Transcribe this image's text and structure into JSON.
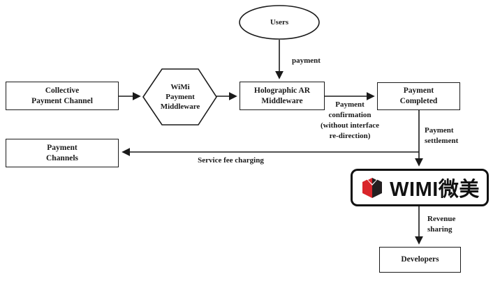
{
  "nodes": {
    "users": {
      "label": "Users"
    },
    "collective_payment_channel": {
      "label": "Collective\nPayment Channel"
    },
    "wimi_payment_middleware": {
      "label": "WiMi\nPayment\nMiddleware"
    },
    "holographic_ar_middleware": {
      "label": "Holographic AR\nMiddleware"
    },
    "payment_completed": {
      "label": "Payment\nCompleted"
    },
    "payment_channels": {
      "label": "Payment\nChannels"
    },
    "developers": {
      "label": "Developers"
    }
  },
  "edges": {
    "payment": {
      "label": "payment"
    },
    "payment_confirmation": {
      "label": "Payment\nconfirmation\n(without interface\nre-direction)"
    },
    "payment_settlement": {
      "label": "Payment\nsettlement"
    },
    "service_fee_charging": {
      "label": "Service fee charging"
    },
    "revenue_sharing": {
      "label": "Revenue\nsharing"
    }
  },
  "logo": {
    "text": "WIMI微美",
    "colors": {
      "red": "#d9252a",
      "black": "#231f20"
    }
  }
}
